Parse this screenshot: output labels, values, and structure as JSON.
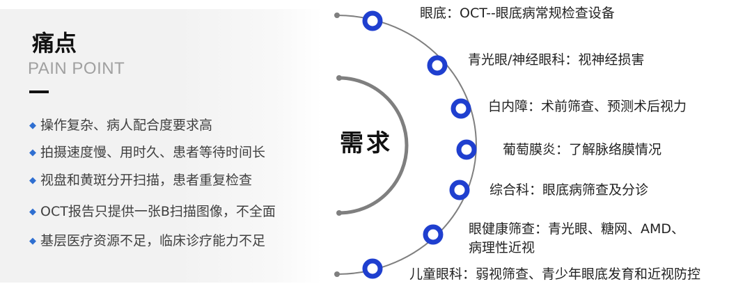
{
  "pain": {
    "title": "痛点",
    "subtitle": "PAIN POINT",
    "items": [
      "操作复杂、病人配合度要求高",
      "拍摄速度慢、用时久、患者等待时间长",
      "视盘和黄斑分开扫描，患者重复检查",
      "OCT报告只提供一张B扫描图像，不全面",
      "基层医疗资源不足，临床诊疗能力不足"
    ]
  },
  "demand": {
    "title": "需求",
    "items": [
      "眼底：OCT--眼底病常规检查设备",
      "青光眼/神经眼科：视神经损害",
      "白内障：术前筛查、预测术后视力",
      "葡萄膜炎：了解脉络膜情况",
      "综合科：眼底病筛查及分诊",
      "眼健康筛查：青光眼、糖网、AMD、",
      "病理性近视",
      "儿童眼科：弱视筛查、青少年眼底发育和近视防控"
    ]
  },
  "colors": {
    "accent": "#1f3fcf",
    "bullet": "#2f6fd1",
    "arc": "#7f7f7f"
  }
}
